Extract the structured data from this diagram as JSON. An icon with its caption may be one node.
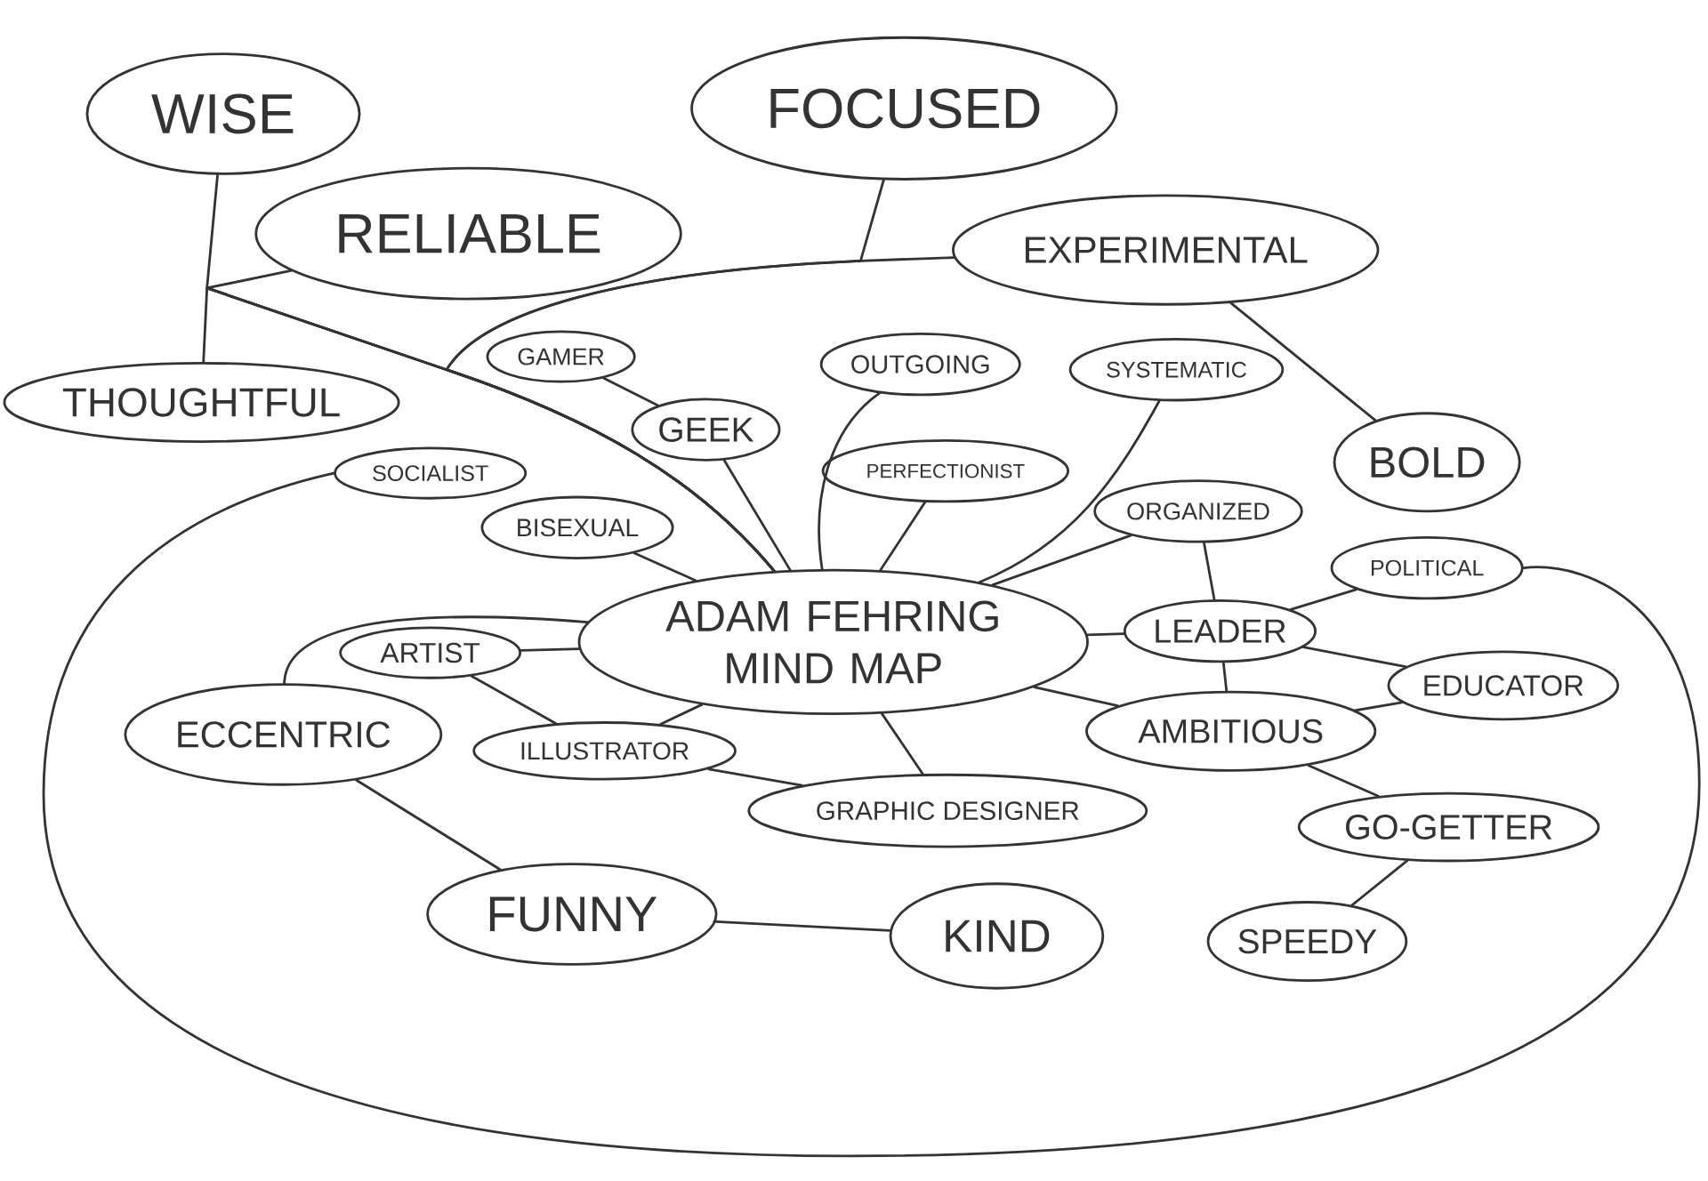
{
  "diagram": {
    "nodes": [
      {
        "text": [
          "WISE"
        ]
      },
      {
        "text": [
          "FOCUSED"
        ]
      },
      {
        "text": [
          "RELIABLE"
        ]
      },
      {
        "text": [
          "EXPERIMENTAL"
        ]
      },
      {
        "text": [
          "THOUGHTFUL"
        ]
      },
      {
        "text": [
          "GAMER"
        ]
      },
      {
        "text": [
          "OUTGOING"
        ]
      },
      {
        "text": [
          "SYSTEMATIC"
        ]
      },
      {
        "text": [
          "GEEK"
        ]
      },
      {
        "text": [
          "BOLD"
        ]
      },
      {
        "text": [
          "SOCIALIST"
        ]
      },
      {
        "text": [
          "PERFECTIONIST"
        ]
      },
      {
        "text": [
          "BISEXUAL"
        ]
      },
      {
        "text": [
          "ORGANIZED"
        ]
      },
      {
        "text": [
          "POLITICAL"
        ]
      },
      {
        "text": [
          "ADAM FEHRING MIND MAP"
        ]
      },
      {
        "text": [
          "ARTIST"
        ]
      },
      {
        "text": [
          "LEADER"
        ]
      },
      {
        "text": [
          "EDUCATOR"
        ]
      },
      {
        "text": [
          "ECCENTRIC"
        ]
      },
      {
        "text": [
          "AMBITIOUS"
        ]
      },
      {
        "text": [
          "ILLUSTRATOR"
        ]
      },
      {
        "text": [
          "GRAPHIC DESIGNER"
        ]
      },
      {
        "text": [
          "GO-GETTER"
        ]
      },
      {
        "text": [
          "FUNNY"
        ]
      },
      {
        "text": [
          "KIND"
        ]
      },
      {
        "text": [
          "SPEEDY"
        ]
      }
    ],
    "edges": [
      {
        "from": 0,
        "to": 15,
        "arrow": "none"
      },
      {
        "from": 4,
        "to": 15,
        "arrow": "none"
      },
      {
        "from": 2,
        "to": 15,
        "arrow": "none"
      },
      {
        "from": 1,
        "to": 15,
        "arrow": "none"
      },
      {
        "from": 3,
        "to": 15,
        "arrow": "none"
      },
      {
        "from": 3,
        "to": 9,
        "arrow": "none"
      },
      {
        "from": 5,
        "to": 8,
        "arrow": "none"
      },
      {
        "from": 8,
        "to": 15,
        "arrow": "none"
      },
      {
        "from": 6,
        "to": 15,
        "arrow": "none"
      },
      {
        "from": 7,
        "to": 15,
        "arrow": "none"
      },
      {
        "from": 11,
        "to": 15,
        "arrow": "none"
      },
      {
        "from": 10,
        "to": 14,
        "arrow": "none"
      },
      {
        "from": 12,
        "to": 15,
        "arrow": "none"
      },
      {
        "from": 13,
        "to": 15,
        "arrow": "none"
      },
      {
        "from": 13,
        "to": 17,
        "arrow": "none"
      },
      {
        "from": 15,
        "to": 17,
        "arrow": "none"
      },
      {
        "from": 17,
        "to": 14,
        "arrow": "none"
      },
      {
        "from": 17,
        "to": 18,
        "arrow": "none"
      },
      {
        "from": 17,
        "to": 20,
        "arrow": "none"
      },
      {
        "from": 15,
        "to": 20,
        "arrow": "none"
      },
      {
        "from": 20,
        "to": 18,
        "arrow": "none"
      },
      {
        "from": 20,
        "to": 23,
        "arrow": "none"
      },
      {
        "from": 23,
        "to": 26,
        "arrow": "none"
      },
      {
        "from": 15,
        "to": 16,
        "arrow": "none"
      },
      {
        "from": 16,
        "to": 21,
        "arrow": "none"
      },
      {
        "from": 15,
        "to": 21,
        "arrow": "none"
      },
      {
        "from": 21,
        "to": 22,
        "arrow": "none"
      },
      {
        "from": 15,
        "to": 22,
        "arrow": "none"
      },
      {
        "from": 15,
        "to": 19,
        "arrow": "none"
      },
      {
        "from": 19,
        "to": 24,
        "arrow": "none"
      },
      {
        "from": 24,
        "to": 25,
        "arrow": "none"
      }
    ]
  }
}
